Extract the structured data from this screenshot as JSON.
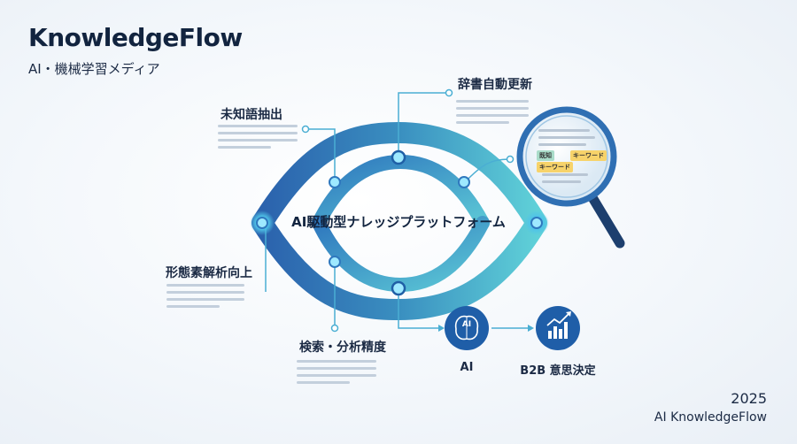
{
  "brand": {
    "title": "KnowledgeFlow",
    "subtitle": "AI・機械学習メディア"
  },
  "center": {
    "label": "AI駆動型ナレッジプラットフォーム"
  },
  "nodes": {
    "unknown_words": "未知語抽出",
    "dictionary_update": "辞書自動更新",
    "morphology": "形態素解析向上",
    "search_accuracy": "検索・分析精度"
  },
  "magnifier": {
    "tag_known": "既知",
    "tag_keyword_1": "キーワード",
    "tag_keyword_2": "キーワード"
  },
  "outputs": {
    "ai_icon_text": "AI",
    "ai_label": "AI",
    "b2b_label": "B2B 意思決定"
  },
  "footer": {
    "year": "2025",
    "brand": "AI KnowledgeFlow"
  },
  "colors": {
    "primary": "#2f6fb3",
    "accent": "#4fc3d9",
    "text": "#1b2a44"
  }
}
